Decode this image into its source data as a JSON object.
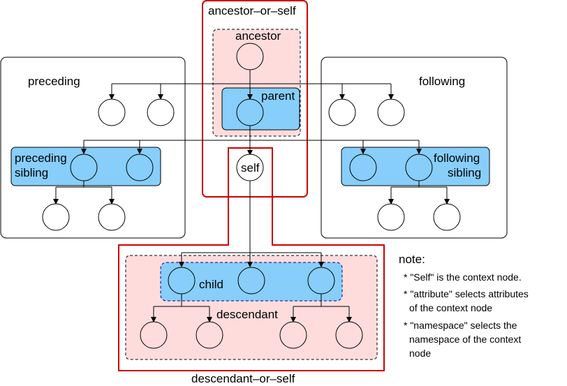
{
  "labels": {
    "ancestor_or_self": "ancestor–or–self",
    "ancestor": "ancestor",
    "parent": "parent",
    "self": "self",
    "preceding": "preceding",
    "following": "following",
    "preceding_sibling_line1": "preceding",
    "preceding_sibling_line2": "sibling",
    "following_sibling_line1": "following",
    "following_sibling_line2": "sibling",
    "child": "child",
    "descendant": "descendant",
    "descendant_or_self": "descendant–or–self"
  },
  "note": {
    "title": "note:",
    "line1": "* \"Self\" is the context node.",
    "line2": "* \"attribute\" selects attributes",
    "line3": "of the context node",
    "line4": "* \"namespace\" selects the",
    "line5": "namespace of the context",
    "line6": "node"
  },
  "colors": {
    "blue_fill": "#87cefa",
    "pink_fill": "#ffdcdc",
    "red_border": "#cc0000",
    "node_white": "#ffffff"
  }
}
